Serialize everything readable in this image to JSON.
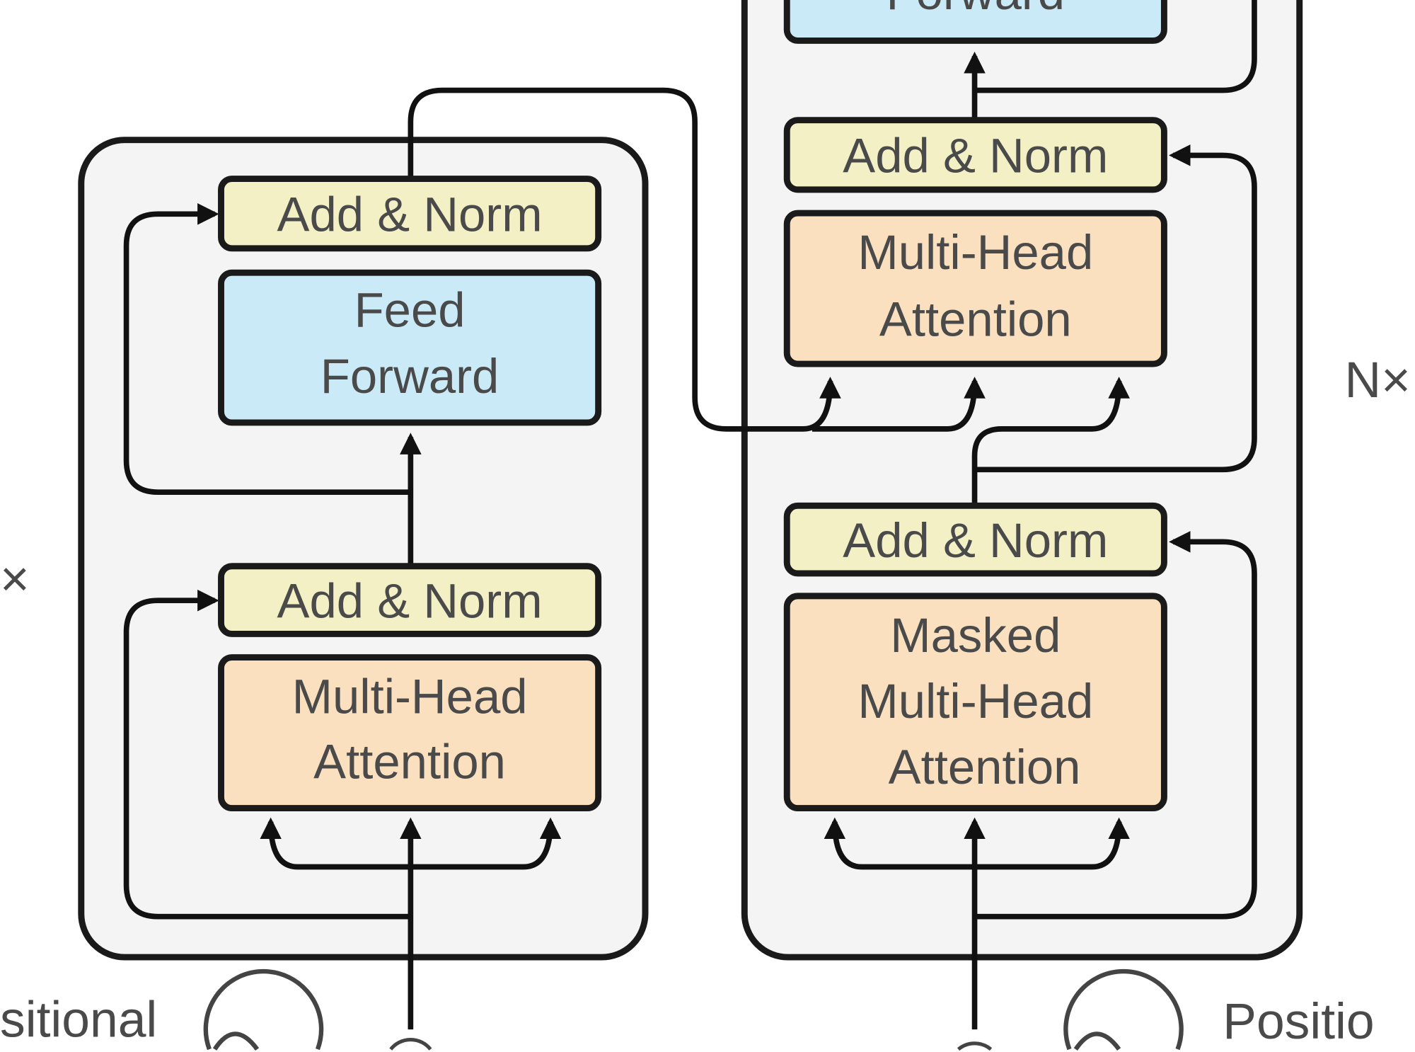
{
  "colors": {
    "norm": "#f2f0c4",
    "feed_forward": "#c9eaf6",
    "attention": "#fbe0bf",
    "stack_bg": "#f4f4f4",
    "stroke": "#1a1a1a"
  },
  "encoder": {
    "add_norm_top": "Add & Norm",
    "feed_forward": [
      "Feed",
      "Forward"
    ],
    "add_norm_bottom": "Add & Norm",
    "attention": [
      "Multi-Head",
      "Attention"
    ],
    "repeat_label": "×",
    "positional_label": "sitional"
  },
  "decoder": {
    "feed_forward_partial": "Forward",
    "add_norm_top": "Add & Norm",
    "attention": [
      "Multi-Head",
      "Attention"
    ],
    "add_norm_bottom": "Add & Norm",
    "masked_attention": [
      "Masked",
      "Multi-Head",
      "Attention"
    ],
    "repeat_label": "N×",
    "positional_label": "Positio"
  }
}
